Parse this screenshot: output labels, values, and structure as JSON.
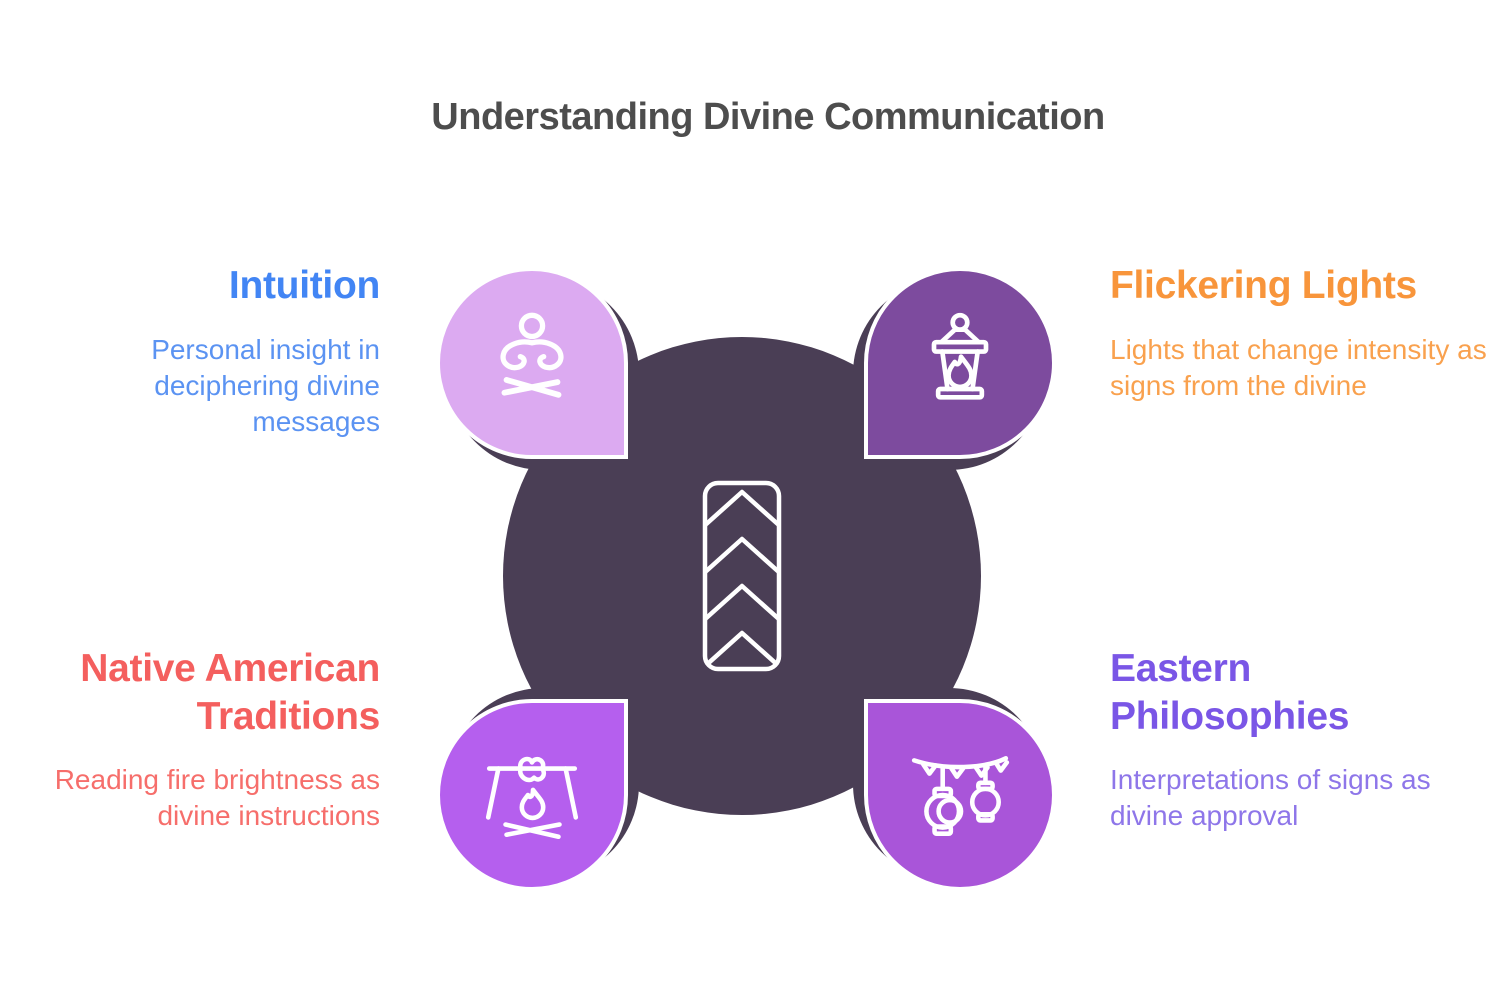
{
  "title": "Understanding Divine Communication",
  "colors": {
    "title": "#4d4d4d",
    "center_circle": "#4a3e55",
    "icon_stroke": "#ffffff",
    "petal_shadow": "#4a3e55"
  },
  "center": {
    "icon": "chevrons-up-icon"
  },
  "sections": [
    {
      "id": "intuition",
      "position": "top-left",
      "heading": "Intuition",
      "description": "Personal insight in deciphering divine messages",
      "heading_color": "#4285f4",
      "body_color": "#5b93f2",
      "petal_color": "#dcaaf1",
      "icon": "meditation-icon"
    },
    {
      "id": "flickering-lights",
      "position": "top-right",
      "heading": "Flickering Lights",
      "description": "Lights that change intensity as signs from the divine",
      "heading_color": "#f8953b",
      "body_color": "#f9a14e",
      "petal_color": "#7d4b9e",
      "icon": "lantern-flame-icon"
    },
    {
      "id": "native-american-traditions",
      "position": "bottom-left",
      "heading": "Native American Traditions",
      "description": "Reading fire brightness as divine instructions",
      "heading_color": "#f45f5e",
      "body_color": "#f66e6b",
      "petal_color": "#b55fee",
      "icon": "campfire-icon"
    },
    {
      "id": "eastern-philosophies",
      "position": "bottom-right",
      "heading": "Eastern Philosophies",
      "description": "Interpretations of signs as divine approval",
      "heading_color": "#7a56e6",
      "body_color": "#8e76e9",
      "petal_color": "#a955d9",
      "icon": "hanging-lanterns-icon"
    }
  ]
}
